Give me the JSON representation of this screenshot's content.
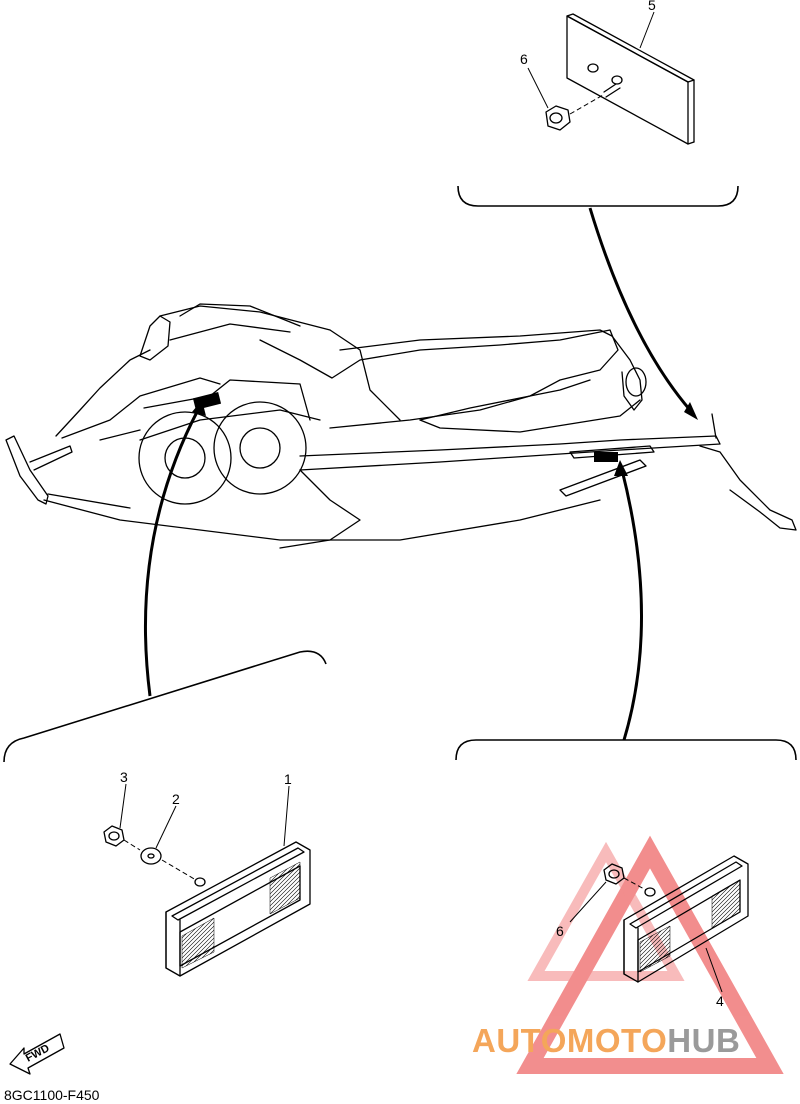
{
  "diagram": {
    "drawing_code": "8GC1100-F450",
    "direction_label": "FWD",
    "watermark": {
      "text_part1": "AUTOMOTO",
      "text_part2": "HUB",
      "color_primary": "#f4a65a",
      "color_secondary": "#f28a8a",
      "color_logo": "#f07a7a"
    },
    "callouts": [
      {
        "id": "c1",
        "label": "1"
      },
      {
        "id": "c2",
        "label": "2"
      },
      {
        "id": "c3",
        "label": "3"
      },
      {
        "id": "c4",
        "label": "4"
      },
      {
        "id": "c5",
        "label": "5"
      },
      {
        "id": "c6a",
        "label": "6"
      },
      {
        "id": "c6b",
        "label": "6"
      }
    ]
  }
}
